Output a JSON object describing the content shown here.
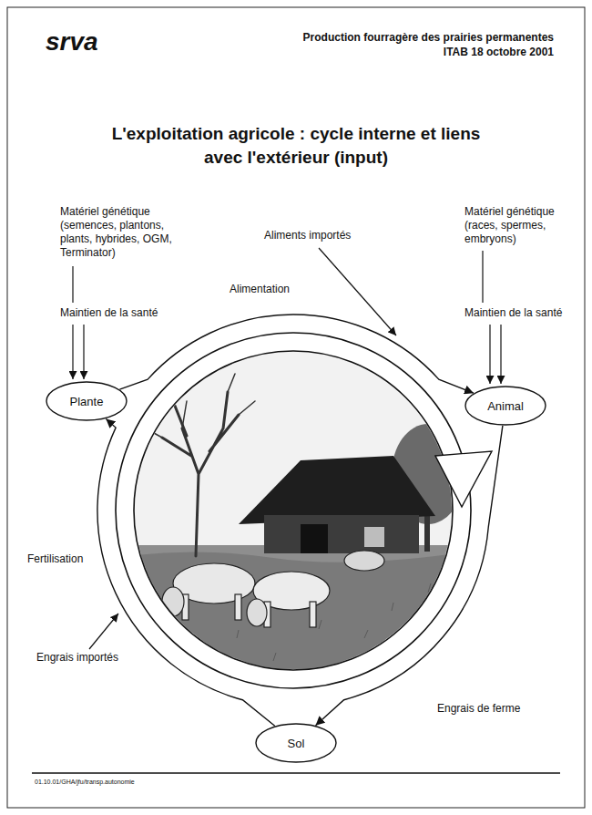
{
  "diagram": {
    "title": "L'exploitation agricole : cycle interne et liens avec l'extérieur (input)",
    "nodes": [
      {
        "text": [
          "Plante"
        ]
      },
      {
        "text": [
          "Animal"
        ]
      },
      {
        "text": [
          "Sol"
        ]
      }
    ],
    "edges": [
      {
        "from": 0,
        "to": 1,
        "arrow": "to",
        "label": "Alimentation"
      },
      {
        "from": 1,
        "to": 2,
        "arrow": "to",
        "label": "Engrais de ferme"
      },
      {
        "from": 2,
        "to": 0,
        "arrow": "to",
        "label": "Fertilisation"
      }
    ],
    "labels": [
      "srva",
      "Production fourragère des prairies permanentes",
      "ITAB 18 octobre 2001",
      "Matériel génétique (semences, plantons, plants, hybrides, OGM, Terminator)",
      "Maintien de la santé",
      "Matériel génétique (races, spermes, embryons)",
      "Maintien de la santé",
      "Aliments importés",
      "Engrais importés",
      "01.10.01/GHA/jfu/transp.autonomie"
    ]
  }
}
